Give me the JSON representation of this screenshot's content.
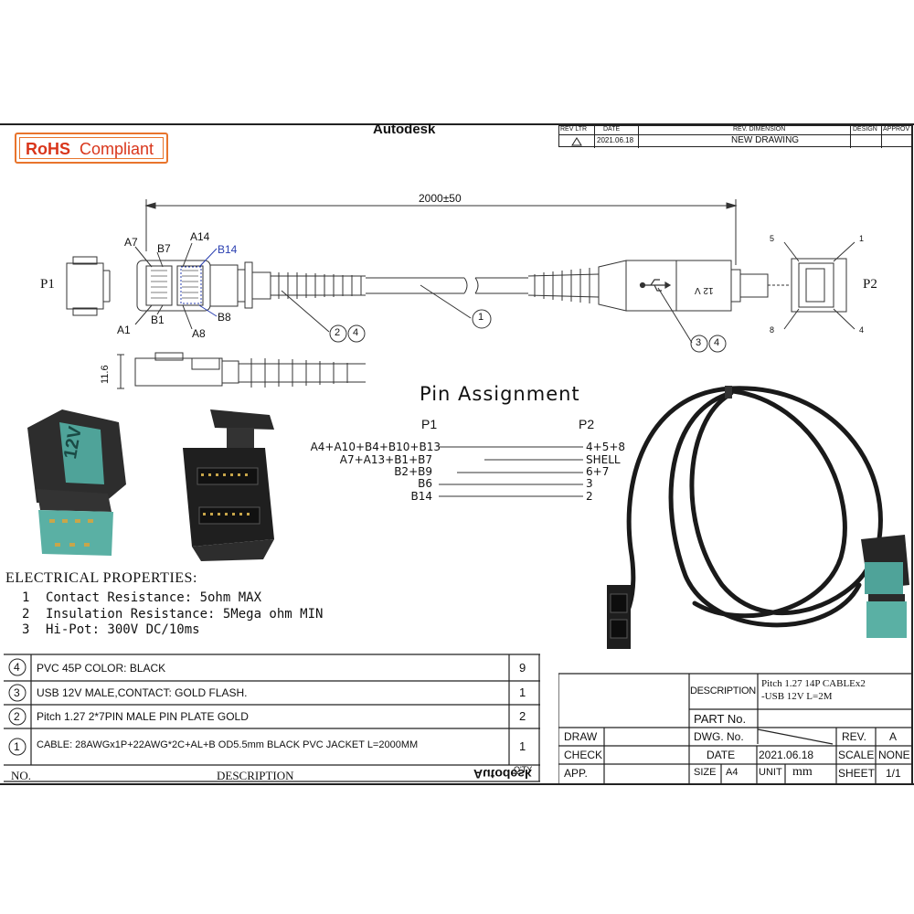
{
  "header": {
    "brand": "Autodesk",
    "rohs_bold": "RoHS",
    "rohs_text": "Compliant"
  },
  "rev_block": {
    "headers": [
      "REV LTR",
      "DATE",
      "REV. DIMENSION",
      "DESIGN",
      "APPROV"
    ],
    "date": "2021.06.18",
    "dimension": "NEW DRAWING"
  },
  "drawing": {
    "length": "2000±50",
    "p1": "P1",
    "p2": "P2",
    "height_dim": "11.6",
    "plug_text": "12 V",
    "pins_left": [
      "A7",
      "B7",
      "A14",
      "B14",
      "A1",
      "B1",
      "A8",
      "B8"
    ],
    "pins_right": [
      "5",
      "1",
      "8",
      "4"
    ],
    "callouts": [
      "1",
      "2",
      "4",
      "3",
      "4"
    ],
    "photo_plug_text": "12V"
  },
  "pin_assignment": {
    "title": "Pin Assignment",
    "col_p1": "P1",
    "col_p2": "P2",
    "rows": [
      {
        "p1": "A4+A10+B4+B10+B13",
        "p2": "4+5+8"
      },
      {
        "p1": "A7+A13+B1+B7",
        "p2": "SHELL"
      },
      {
        "p1": "B2+B9",
        "p2": "6+7"
      },
      {
        "p1": "B6",
        "p2": "3"
      },
      {
        "p1": "B14",
        "p2": "2"
      }
    ]
  },
  "electrical": {
    "title": "ELECTRICAL PROPERTIES:",
    "items": [
      {
        "n": "1",
        "text": "Contact Resistance: 5ohm MAX"
      },
      {
        "n": "2",
        "text": "Insulation Resistance: 5Mega ohm  MIN"
      },
      {
        "n": "3",
        "text": "Hi-Pot: 300V DC/10ms"
      }
    ]
  },
  "bom": {
    "rows": [
      {
        "no": "4",
        "desc": "PVC 45P COLOR: BLACK",
        "qty": "9"
      },
      {
        "no": "3",
        "desc": "USB 12V MALE,CONTACT: GOLD FLASH.",
        "qty": "1"
      },
      {
        "no": "2",
        "desc": "Pitch 1.27 2*7PIN MALE PIN PLATE GOLD",
        "qty": "2"
      },
      {
        "no": "1",
        "desc": "CABLE: 28AWGx1P+22AWG*2C+AL+B OD5.5mm BLACK PVC JACKET L=2000MM",
        "qty": "1"
      }
    ],
    "footer_no": "NO.",
    "footer_desc": "DESCRIPTION",
    "footer_qty": "Q'TY",
    "mirror_brand": "Autodesk"
  },
  "title_block": {
    "description_label": "DESCRIPTION",
    "description_value_1": "Pitch 1.27 14P  CABLEx2",
    "description_value_2": "-USB 12V L=2M",
    "part_no_label": "PART No.",
    "draw": "DRAW",
    "dwg_no": "DWG. No.",
    "rev_label": "REV.",
    "rev_value": "A",
    "check": "CHECK",
    "date_label": "DATE",
    "date_value": "2021.06.18",
    "scale_label": "SCALE",
    "scale_value": "NONE",
    "app": "APP.",
    "size_label": "SIZE",
    "size_value": "A4",
    "unit_label": "UNIT",
    "unit_value": "mm",
    "sheet_label": "SHEET",
    "sheet_value": "1/1"
  }
}
